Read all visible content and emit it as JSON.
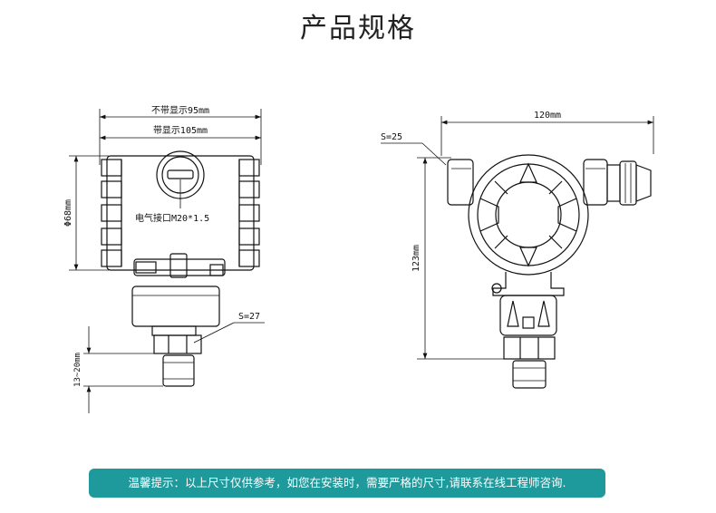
{
  "page": {
    "title": "产品规格"
  },
  "left_view": {
    "dim_width_no_display": "不带显示95mm",
    "dim_width_display": "带显示105mm",
    "dim_diameter": "Φ68mm",
    "connector_label": "电气接口M20*1.5",
    "wrench_size": "S=27",
    "thread_length": "13~20mm"
  },
  "right_view": {
    "dim_width": "120mm",
    "dim_height": "123mm",
    "wrench_size": "S=25"
  },
  "notice": {
    "text": "温馨提示：以上尺寸仅供参考，如您在安装时，需要严格的尺寸,请联系在线工程师咨询."
  },
  "colors": {
    "notice_bg": "#1f9a9c",
    "line": "#111111"
  }
}
